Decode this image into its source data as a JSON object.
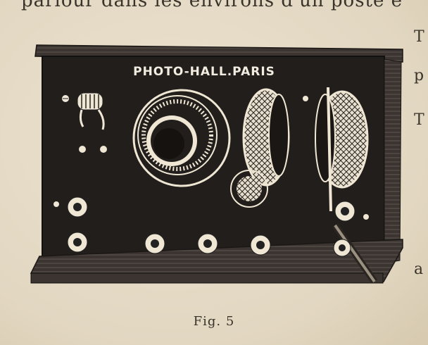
{
  "page": {
    "top_text": "parlour dans les environs d'un poste e",
    "right_letters": [
      "T",
      "p",
      "T",
      "a"
    ],
    "caption": "Fig.  5"
  },
  "illustration": {
    "brand_label": "PHOTO-HALL.PARIS",
    "subject": "radio-receiver-engraving",
    "colors": {
      "panel": "#1f1c1a",
      "paper": "#e6dcc8",
      "ink": "#2a2520"
    }
  }
}
